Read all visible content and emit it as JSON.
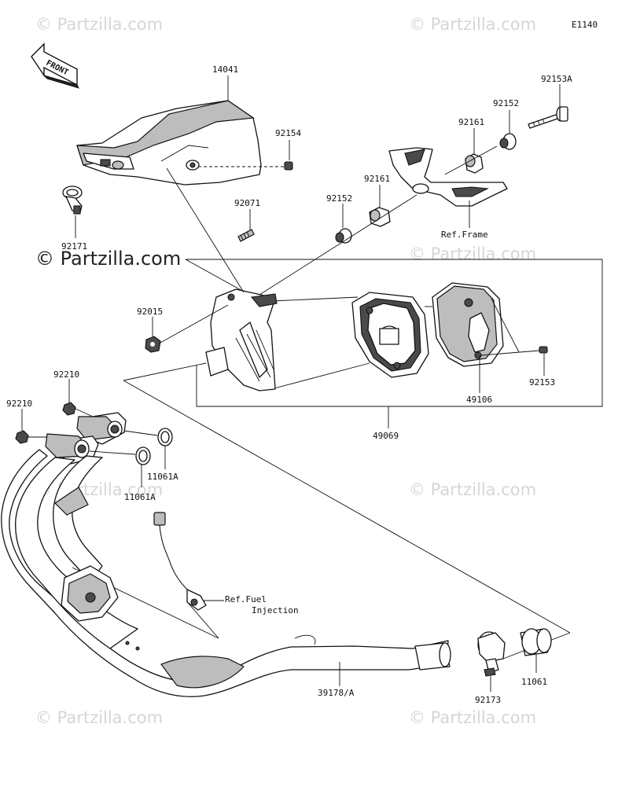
{
  "diagram_code": "E1140",
  "front_label": "FRONT",
  "watermark": "© Partzilla.com",
  "parts": {
    "p14041": "14041",
    "p92154": "92154",
    "p92171": "92171",
    "p92071": "92071",
    "p92161a": "92161",
    "p92161b": "92161",
    "p92152a": "92152",
    "p92152b": "92152",
    "p92153a": "92153A",
    "p92015": "92015",
    "p92153": "92153",
    "p49106": "49106",
    "p49069": "49069",
    "p92210a": "92210",
    "p92210b": "92210",
    "p11061a1": "11061A",
    "p11061a2": "11061A",
    "p39178a": "39178/A",
    "p92173": "92173",
    "p11061": "11061"
  },
  "refs": {
    "frame": "Ref.Frame",
    "fuel_line1": "Ref.Fuel",
    "fuel_line2": "Injection"
  }
}
